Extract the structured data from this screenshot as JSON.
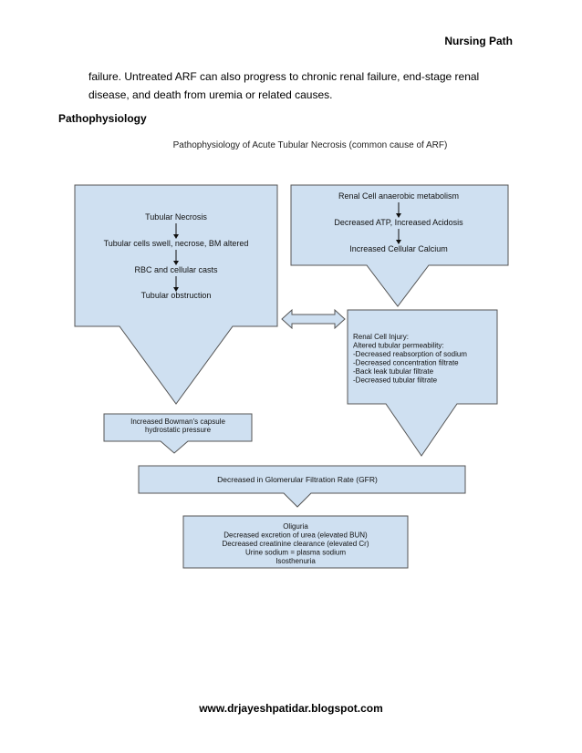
{
  "header": {
    "running_title": "Nursing Path"
  },
  "intro": {
    "line1": "failure. Untreated ARF can also progress to chronic renal failure, end-stage renal",
    "line2": "disease, and death from uremia or related causes."
  },
  "section": {
    "title": "Pathophysiology"
  },
  "diagram": {
    "title": "Pathophysiology of Acute Tubular Necrosis (common cause of ARF)",
    "left_box": [
      "Tubular Necrosis",
      "Tubular cells swell, necrose, BM altered",
      "RBC and cellular casts",
      "Tubular obstruction"
    ],
    "right_box": [
      "Renal Cell anaerobic metabolism",
      "Decreased ATP, Increased Acidosis",
      "Increased Cellular Calcium"
    ],
    "injury_box": [
      "Renal Cell Injury:",
      "Altered tubular permeability:",
      "-Decreased reabsorption of sodium",
      "-Decreased concentration filtrate",
      "-Back leak tubular filtrate",
      "-Decreased tubular filtrate"
    ],
    "bowman_box": [
      "Increased Bowman's capsule",
      "hydrostatic pressure"
    ],
    "gfr_box": [
      "Decreased in Glomerular Filtration Rate (GFR)"
    ],
    "oliguria_box": [
      "Oliguria",
      "Decreased excretion of urea (elevated BUN)",
      "Decreased creatinine clearance (elevated Cr)",
      "Urine sodium = plasma sodium",
      "Isosthenuria"
    ],
    "colors": {
      "fill": "#cfe0f1",
      "stroke": "#555555"
    }
  },
  "footer": {
    "url": "www.drjayeshpatidar.blogspot.com"
  }
}
